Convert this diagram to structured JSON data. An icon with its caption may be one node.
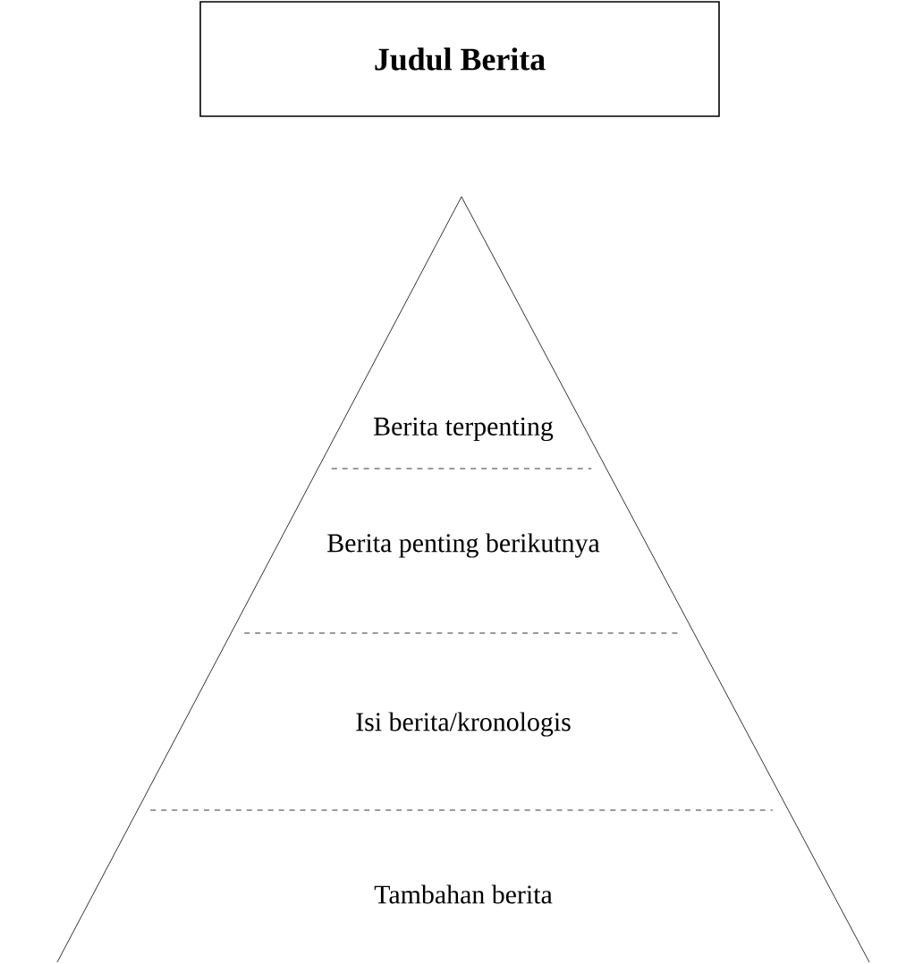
{
  "diagram": {
    "nodes": [
      {
        "text": [
          "Judul Berita"
        ]
      },
      {
        "text": [],
        "shape": "triangle"
      },
      {
        "text": [
          "Berita terpenting"
        ],
        "in": 1
      },
      {
        "text": [
          "Berita penting berikutnya"
        ],
        "in": 1
      },
      {
        "text": [
          "Isi berita/kronologis"
        ],
        "in": 1
      },
      {
        "text": [
          "Tambahan berita"
        ],
        "in": 1
      }
    ]
  }
}
